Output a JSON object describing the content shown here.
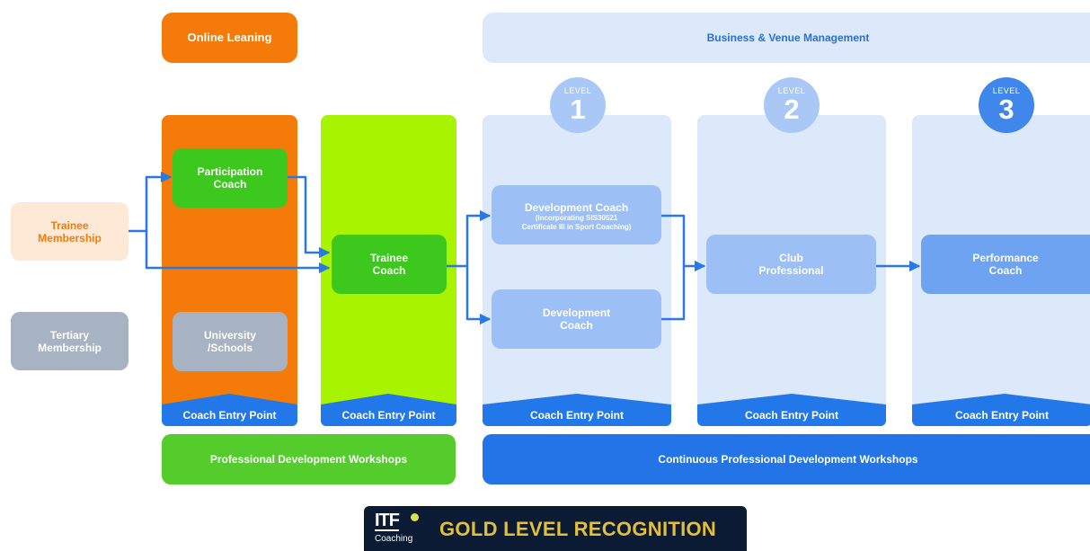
{
  "colors": {
    "orange": "#f47b09",
    "lime": "#a7f300",
    "green": "#3cc81d",
    "pale_blue": "#dce9fb",
    "mid_blue": "#9cc0f6",
    "blue_box": "#6ea3f1",
    "level_circle": "#a9c8f6",
    "level_circle_dark": "#3f87eb",
    "entry_blue": "#2278e8",
    "workshop_green": "#53cc2c",
    "workshop_blue": "#2374e7",
    "grey_box": "#a7b3c2",
    "trainee_bg": "#fde9d6",
    "trainee_text": "#f47b09",
    "wire": "#2a77e6",
    "badge_bg": "#0a1b33",
    "badge_gold": "#e4bf3a"
  },
  "top": {
    "online_learning": "Online Leaning",
    "business_venue": "Business & Venue Management"
  },
  "memberships": {
    "trainee": "Trainee\nMembership",
    "tertiary": "Tertiary\nMembership"
  },
  "levels": [
    {
      "word": "LEVEL",
      "number": "1"
    },
    {
      "word": "LEVEL",
      "number": "2"
    },
    {
      "word": "LEVEL",
      "number": "3"
    }
  ],
  "boxes": {
    "participation_coach": "Participation\nCoach",
    "university_schools": "University\n/Schools",
    "trainee_coach": "Trainee\nCoach",
    "development_coach_cert_title": "Development Coach",
    "development_coach_cert_sub": "(Incorporating SIS30521\nCertificate III in Sport Coaching)",
    "development_coach": "Development\nCoach",
    "club_professional": "Club\nProfessional",
    "performance_coach": "Performance\nCoach"
  },
  "entry_point_label": "Coach Entry Point",
  "workshops": {
    "professional": "Professional Development Workshops",
    "continuous": "Continuous Professional Development Workshops"
  },
  "badge": {
    "itf": "ITF",
    "coaching": "Coaching",
    "recognition": "GOLD LEVEL RECOGNITION"
  }
}
